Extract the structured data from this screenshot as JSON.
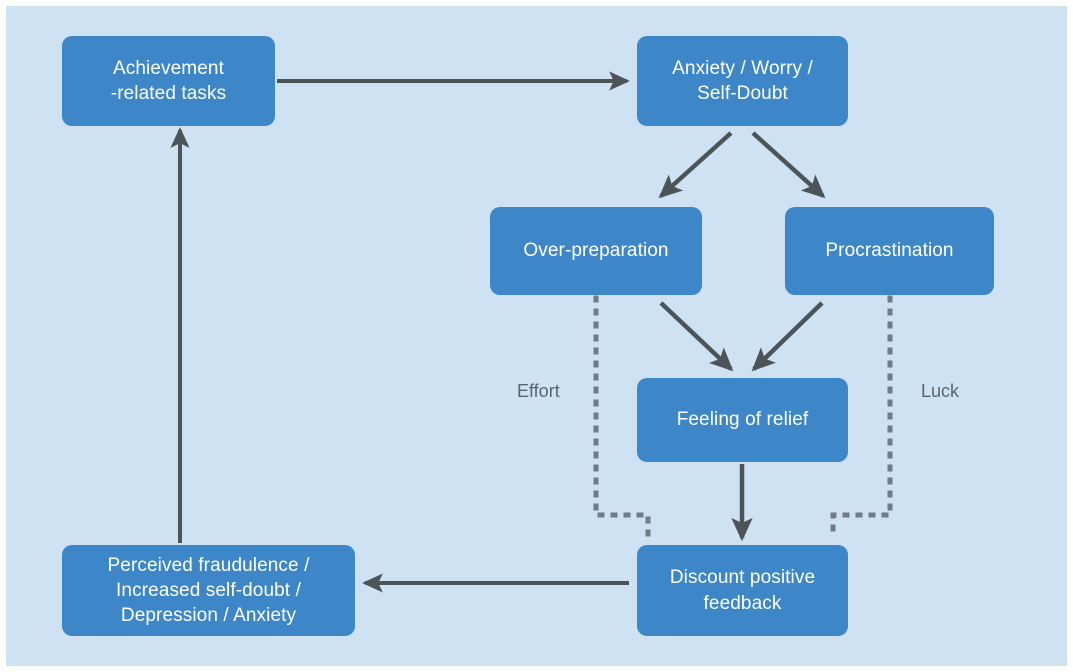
{
  "diagram": {
    "title": "Imposter cycle flowchart",
    "type": "flowchart",
    "canvas_color": "#cfe2f3",
    "node_color": "#3d87c9",
    "node_text_color": "#ffffff",
    "arrow_color": "#4d5457",
    "label_color": "#5d6468",
    "nodes": [
      {
        "id": "achievement",
        "label": "Achievement\n-related tasks"
      },
      {
        "id": "anxiety",
        "label": "Anxiety / Worry /\nSelf-Doubt"
      },
      {
        "id": "overprep",
        "label": "Over-preparation"
      },
      {
        "id": "procrastination",
        "label": "Procrastination"
      },
      {
        "id": "relief",
        "label": "Feeling of relief"
      },
      {
        "id": "fraudulence",
        "label": "Perceived fraudulence /\nIncreased self-doubt /\nDepression / Anxiety"
      },
      {
        "id": "discount",
        "label": "Discount positive\nfeedback"
      }
    ],
    "edge_labels": [
      {
        "id": "effort",
        "label": "Effort"
      },
      {
        "id": "luck",
        "label": "Luck"
      }
    ],
    "edges": [
      {
        "from": "achievement",
        "to": "anxiety",
        "style": "solid",
        "label": ""
      },
      {
        "from": "anxiety",
        "to": "overprep",
        "style": "solid",
        "label": ""
      },
      {
        "from": "anxiety",
        "to": "procrastination",
        "style": "solid",
        "label": ""
      },
      {
        "from": "overprep",
        "to": "relief",
        "style": "solid",
        "label": ""
      },
      {
        "from": "procrastination",
        "to": "relief",
        "style": "solid",
        "label": ""
      },
      {
        "from": "relief",
        "to": "discount",
        "style": "solid",
        "label": ""
      },
      {
        "from": "overprep",
        "to": "discount",
        "style": "dotted",
        "label": "Effort"
      },
      {
        "from": "procrastination",
        "to": "discount",
        "style": "dotted",
        "label": "Luck"
      },
      {
        "from": "discount",
        "to": "fraudulence",
        "style": "solid",
        "label": ""
      },
      {
        "from": "fraudulence",
        "to": "achievement",
        "style": "solid",
        "label": ""
      }
    ]
  }
}
